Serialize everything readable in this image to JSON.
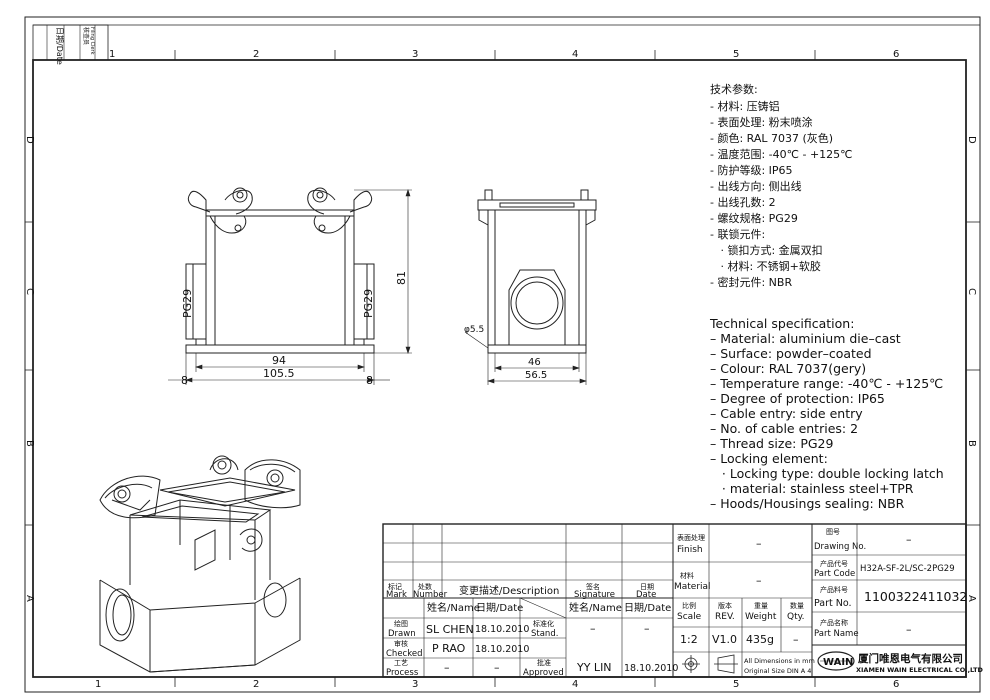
{
  "frame": {
    "top_columns": [
      "1",
      "2",
      "3",
      "4",
      "5",
      "6"
    ],
    "bottom_columns": [
      "1",
      "2",
      "3",
      "4",
      "5",
      "6"
    ],
    "side_rows": [
      "D",
      "C",
      "B",
      "A"
    ],
    "corner_tab_date": "日期/Date",
    "corner_tab_check_cn": "核查员",
    "corner_tab_check_en": "Filing Clerk"
  },
  "drawing": {
    "dim_94": "94",
    "dim_105_5": "105.5",
    "dim_8_left": "8",
    "dim_8_right": "8",
    "dim_81": "81",
    "pg29_left": "PG29",
    "pg29_right": "PG29",
    "dim_46": "46",
    "dim_56_5": "56.5",
    "dim_phi5_5": "φ5.5"
  },
  "spec_cn": {
    "title": "技术参数:",
    "lines": [
      "- 材料: 压铸铝",
      "- 表面处理: 粉末喷涂",
      "- 颜色: RAL 7037 (灰色)",
      "- 温度范围: -40℃ - +125℃",
      "- 防护等级: IP65",
      "- 出线方向: 侧出线",
      "- 出线孔数: 2",
      "- 螺纹规格: PG29",
      "- 联锁元件:",
      "   · 锁扣方式: 金属双扣",
      "   · 材料: 不锈钢+软胶",
      "- 密封元件: NBR"
    ]
  },
  "spec_en": {
    "title": "Technical specification:",
    "lines": [
      "– Material: aluminium die–cast",
      "– Surface: powder–coated",
      "– Colour: RAL 7037(gery)",
      "– Temperature range: -40℃ - +125℃",
      "– Degree of protection: IP65",
      "– Cable entry: side entry",
      "– No. of cable entries: 2",
      "– Thread size: PG29",
      "– Locking element:",
      "   · Locking type: double locking latch",
      "   · material: stainless steel+TPR",
      "– Hoods/Housings sealing: NBR"
    ]
  },
  "title_block": {
    "mark_cn": "标记",
    "mark_en": "Mark",
    "number_cn": "处数",
    "number_en": "Number",
    "description": "变更描述/Description",
    "signature_cn": "签名",
    "signature_en": "Signature",
    "date_cn": "日期",
    "date_en": "Date",
    "name_date_1": "姓名/Name",
    "name_date_2": "日期/Date",
    "name_date_3": "姓名/Name",
    "name_date_4": "日期/Date",
    "drawn_cn": "绘图",
    "drawn_en": "Drawn",
    "drawn_name": "SL CHEN",
    "drawn_date": "18.10.2010",
    "checked_cn": "审核",
    "checked_en": "Checked",
    "checked_name": "P RAO",
    "checked_date": "18.10.2010",
    "process_cn": "工艺",
    "process_en": "Process",
    "process_name": "–",
    "process_date": "–",
    "stand_cn": "标准化",
    "stand_en": "Stand.",
    "stand_name": "–",
    "stand_date": "–",
    "approved_cn": "批准",
    "approved_en": "Approved",
    "approved_name": "YY LIN",
    "approved_date": "18.10.2010",
    "finish_cn": "表面处理",
    "finish_en": "Finish",
    "finish_value": "–",
    "material_cn": "材料",
    "material_en": "Material",
    "material_value": "–",
    "scale_cn": "比例",
    "scale_en": "Scale",
    "scale_value": "1:2",
    "rev_cn": "版本",
    "rev_en": "REV.",
    "rev_value": "V1.0",
    "weight_cn": "重量",
    "weight_en": "Weight",
    "weight_value": "435g",
    "qty_cn": "数量",
    "qty_en": "Qty.",
    "qty_value": "–",
    "drawing_no_cn": "图号",
    "drawing_no_en": "Drawing No.",
    "drawing_no_value": "–",
    "part_code_cn": "产品代号",
    "part_code_en": "Part Code",
    "part_code_value": "H32A-SF-2L/SC-2PG29",
    "part_no_cn": "产品料号",
    "part_no_en": "Part No.",
    "part_no_value": "1100322411032",
    "part_name_cn": "产品名称",
    "part_name_en": "Part Name",
    "part_name_value": "–",
    "dims_note_1": "All Dimensions in mm",
    "dims_note_2": "Original Size DIN A 4",
    "logo_text": "WAIN",
    "company_cn": "厦门唯恩电气有限公司",
    "company_en": "XIAMEN WAIN ELECTRICAL CO.,LTD"
  }
}
